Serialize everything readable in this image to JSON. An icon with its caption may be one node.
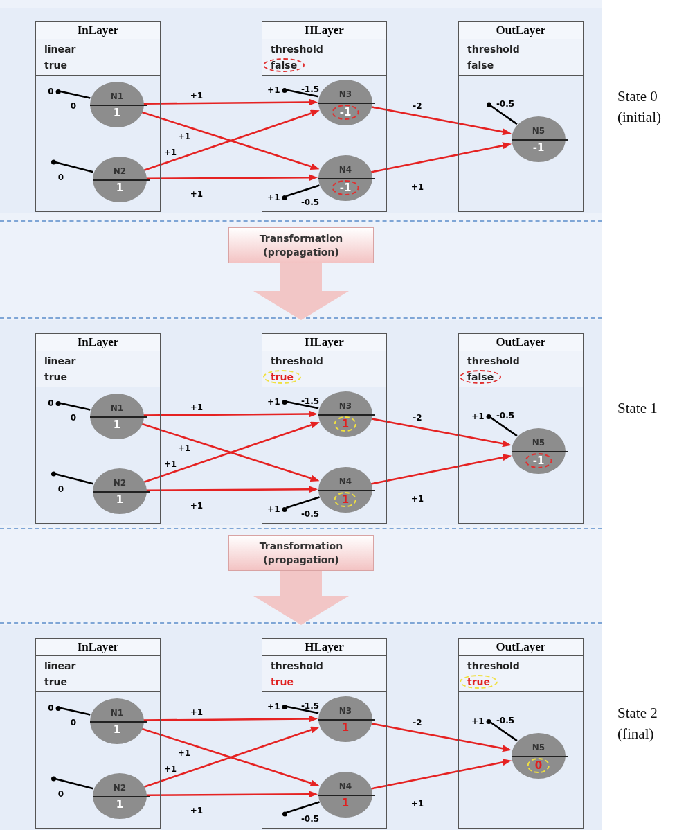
{
  "diagram": {
    "nodes": [
      {
        "text": [],
        "shape": "box",
        "beside": [
          "State 0 (initial)"
        ]
      },
      {
        "text": [
          "InLayer",
          "linear",
          "true"
        ],
        "in": 0
      },
      {
        "text": [],
        "shape": "circle",
        "beside": [
          "0"
        ],
        "in": 1
      },
      {
        "text": [
          "N1",
          "1"
        ],
        "in": 1
      },
      {
        "text": [],
        "shape": "circle",
        "in": 1
      },
      {
        "text": [
          "N2",
          "1"
        ],
        "in": 1
      },
      {
        "text": [
          "HLayer",
          "threshold",
          "false"
        ],
        "in": 0
      },
      {
        "text": [],
        "shape": "circle",
        "beside": [
          "+1"
        ],
        "in": 6
      },
      {
        "text": [
          "N3",
          "-1"
        ],
        "in": 6
      },
      {
        "text": [],
        "shape": "circle",
        "beside": [
          "+1"
        ],
        "in": 6
      },
      {
        "text": [
          "N4",
          "-1"
        ],
        "in": 6
      },
      {
        "text": [
          "OutLayer",
          "threshold",
          "false"
        ],
        "in": 0
      },
      {
        "text": [],
        "shape": "circle",
        "in": 11
      },
      {
        "text": [
          "N5",
          "-1"
        ],
        "in": 11
      },
      {
        "text": [
          "Transformation (propagation)"
        ]
      },
      {
        "text": [],
        "shape": "box",
        "beside": [
          "State 1"
        ]
      },
      {
        "text": [
          "InLayer",
          "linear",
          "true"
        ],
        "in": 15
      },
      {
        "text": [],
        "shape": "circle",
        "beside": [
          "0"
        ],
        "in": 16
      },
      {
        "text": [
          "N1",
          "1"
        ],
        "in": 16
      },
      {
        "text": [],
        "shape": "circle",
        "in": 16
      },
      {
        "text": [
          "N2",
          "1"
        ],
        "in": 16
      },
      {
        "text": [
          "HLayer",
          "threshold",
          "true"
        ],
        "in": 15
      },
      {
        "text": [],
        "shape": "circle",
        "beside": [
          "+1"
        ],
        "in": 21
      },
      {
        "text": [
          "N3",
          "1"
        ],
        "in": 21
      },
      {
        "text": [],
        "shape": "circle",
        "beside": [
          "+1"
        ],
        "in": 21
      },
      {
        "text": [
          "N4",
          "1"
        ],
        "in": 21
      },
      {
        "text": [
          "OutLayer",
          "threshold",
          "false"
        ],
        "in": 15
      },
      {
        "text": [],
        "shape": "circle",
        "beside": [
          "+1"
        ],
        "in": 26
      },
      {
        "text": [
          "N5",
          "-1"
        ],
        "in": 26
      },
      {
        "text": [
          "Transformation (propagation)"
        ]
      },
      {
        "text": [],
        "shape": "box",
        "beside": [
          "State 2 (final)"
        ]
      },
      {
        "text": [
          "InLayer",
          "linear",
          "true"
        ],
        "in": 30
      },
      {
        "text": [],
        "shape": "circle",
        "beside": [
          "0"
        ],
        "in": 31
      },
      {
        "text": [
          "N1",
          "1"
        ],
        "in": 31
      },
      {
        "text": [],
        "shape": "circle",
        "in": 31
      },
      {
        "text": [
          "N2",
          "1"
        ],
        "in": 31
      },
      {
        "text": [
          "HLayer",
          "threshold",
          "true"
        ],
        "in": 30
      },
      {
        "text": [],
        "shape": "circle",
        "beside": [
          "+1"
        ],
        "in": 36
      },
      {
        "text": [
          "N3",
          "1"
        ],
        "in": 36
      },
      {
        "text": [],
        "shape": "circle",
        "in": 36
      },
      {
        "text": [
          "N4",
          "1"
        ],
        "in": 36
      },
      {
        "text": [
          "OutLayer",
          "threshold",
          "true"
        ],
        "in": 30
      },
      {
        "text": [],
        "shape": "circle",
        "beside": [
          "+1"
        ],
        "in": 41
      },
      {
        "text": [
          "N5",
          "0"
        ],
        "in": 41
      }
    ],
    "edges": [
      {
        "from": 2,
        "to": 3,
        "arrow": "none",
        "label": "0",
        "color": "#000000"
      },
      {
        "from": 4,
        "to": 5,
        "arrow": "none",
        "label": "0",
        "color": "#000000"
      },
      {
        "from": 7,
        "to": 8,
        "arrow": "none",
        "label": "-1.5",
        "color": "#000000"
      },
      {
        "from": 9,
        "to": 10,
        "arrow": "none",
        "label": "-0.5",
        "color": "#000000"
      },
      {
        "from": 12,
        "to": 13,
        "arrow": "none",
        "label": "-0.5",
        "color": "#000000"
      },
      {
        "from": 3,
        "to": 8,
        "arrow": "to",
        "label": "+1"
      },
      {
        "from": 3,
        "to": 10,
        "arrow": "to",
        "label": "+1"
      },
      {
        "from": 5,
        "to": 8,
        "arrow": "to",
        "label": "+1"
      },
      {
        "from": 5,
        "to": 10,
        "arrow": "to",
        "label": "+1"
      },
      {
        "from": 8,
        "to": 13,
        "arrow": "to",
        "label": "-2"
      },
      {
        "from": 10,
        "to": 13,
        "arrow": "to",
        "label": "+1"
      },
      {
        "from": 14,
        "to": 15,
        "arrow": "to",
        "style": "thick",
        "color": "#f2c6c6"
      },
      {
        "from": 17,
        "to": 18,
        "arrow": "none",
        "label": "0",
        "color": "#000000"
      },
      {
        "from": 19,
        "to": 20,
        "arrow": "none",
        "label": "0",
        "color": "#000000"
      },
      {
        "from": 22,
        "to": 23,
        "arrow": "none",
        "label": "-1.5",
        "color": "#000000"
      },
      {
        "from": 24,
        "to": 25,
        "arrow": "none",
        "label": "-0.5",
        "color": "#000000"
      },
      {
        "from": 27,
        "to": 28,
        "arrow": "none",
        "label": "-0.5",
        "color": "#000000"
      },
      {
        "from": 18,
        "to": 23,
        "arrow": "to",
        "label": "+1"
      },
      {
        "from": 18,
        "to": 25,
        "arrow": "to",
        "label": "+1"
      },
      {
        "from": 20,
        "to": 23,
        "arrow": "to",
        "label": "+1"
      },
      {
        "from": 20,
        "to": 25,
        "arrow": "to",
        "label": "+1"
      },
      {
        "from": 23,
        "to": 28,
        "arrow": "to",
        "label": "-2"
      },
      {
        "from": 25,
        "to": 28,
        "arrow": "to",
        "label": "+1"
      },
      {
        "from": 29,
        "to": 30,
        "arrow": "to",
        "style": "thick",
        "color": "#f2c6c6"
      },
      {
        "from": 32,
        "to": 33,
        "arrow": "none",
        "label": "0",
        "color": "#000000"
      },
      {
        "from": 34,
        "to": 35,
        "arrow": "none",
        "label": "0",
        "color": "#000000"
      },
      {
        "from": 37,
        "to": 38,
        "arrow": "none",
        "label": "-1.5",
        "color": "#000000"
      },
      {
        "from": 39,
        "to": 40,
        "arrow": "none",
        "label": "-0.5",
        "color": "#000000"
      },
      {
        "from": 42,
        "to": 43,
        "arrow": "none",
        "label": "-0.5",
        "color": "#000000"
      },
      {
        "from": 33,
        "to": 38,
        "arrow": "to",
        "label": "+1"
      },
      {
        "from": 33,
        "to": 40,
        "arrow": "to",
        "label": "+1"
      },
      {
        "from": 35,
        "to": 38,
        "arrow": "to",
        "label": "+1"
      },
      {
        "from": 35,
        "to": 40,
        "arrow": "to",
        "label": "+1"
      },
      {
        "from": 38,
        "to": 43,
        "arrow": "to",
        "label": "-2"
      },
      {
        "from": 40,
        "to": 43,
        "arrow": "to",
        "label": "+1"
      }
    ]
  }
}
